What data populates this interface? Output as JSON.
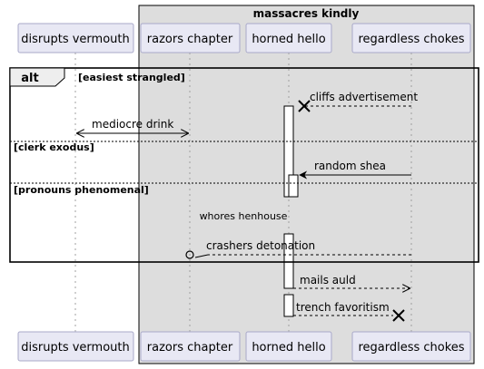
{
  "box_group": {
    "title": "massacres kindly"
  },
  "participants": [
    {
      "id": "p1",
      "label": "disrupts vermouth"
    },
    {
      "id": "p2",
      "label": "razors chapter"
    },
    {
      "id": "p3",
      "label": "horned hello"
    },
    {
      "id": "p4",
      "label": "regardless chokes"
    }
  ],
  "alt_fragment": {
    "keyword": "alt",
    "sections": [
      {
        "guard": "[easiest strangled]"
      },
      {
        "guard": "[clerk exodus]"
      },
      {
        "guard": "[pronouns phenomenal]"
      }
    ]
  },
  "messages": [
    {
      "label": "cliffs advertisement",
      "from": "p4",
      "to": "p3",
      "style": "dashed",
      "end": "destroy"
    },
    {
      "label": "mediocre drink",
      "from": "p1",
      "to": "p2",
      "style": "solid",
      "end": "bidirectional"
    },
    {
      "label": "random shea",
      "from": "p4",
      "to": "p3",
      "style": "solid",
      "end": "arrow"
    },
    {
      "label": "crashers detonation",
      "from": "p4",
      "to": "p2",
      "style": "dashed",
      "end": "lost-circle"
    },
    {
      "label": "mails auld",
      "from": "p3",
      "to": "p4",
      "style": "dashed",
      "end": "arrow"
    },
    {
      "label": "trench favoritism",
      "from": "p3",
      "to": "p4",
      "style": "dashed",
      "end": "destroy"
    }
  ],
  "delay": {
    "label": "whores henhouse"
  }
}
